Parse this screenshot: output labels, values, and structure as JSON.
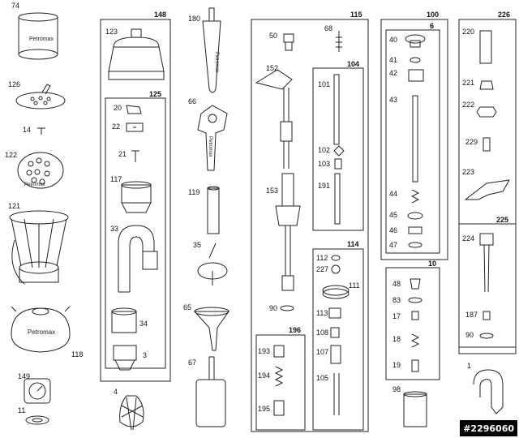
{
  "parts": {
    "p1": "1",
    "p3": "3",
    "p4": "4",
    "p6": "6",
    "p10": "10",
    "p11": "11",
    "p14": "14",
    "p17": "17",
    "p18": "18",
    "p19": "19",
    "p20": "20",
    "p21": "21",
    "p22": "22",
    "p33": "33",
    "p34": "34",
    "p35": "35",
    "p40": "40",
    "p41": "41",
    "p42": "42",
    "p43": "43",
    "p44": "44",
    "p45": "45",
    "p46": "46",
    "p47": "47",
    "p48": "48",
    "p50": "50",
    "p65": "65",
    "p66": "66",
    "p67": "67",
    "p68": "68",
    "p74": "74",
    "p83": "83",
    "p90a": "90",
    "p90b": "90",
    "p98": "98",
    "p100": "100",
    "p101": "101",
    "p102": "102",
    "p103": "103",
    "p104": "104",
    "p105": "105",
    "p107": "107",
    "p108": "108",
    "p111": "111",
    "p112": "112",
    "p113": "113",
    "p114": "114",
    "p115": "115",
    "p117": "117",
    "p118": "118",
    "p119": "119",
    "p121": "121",
    "p122": "122",
    "p123": "123",
    "p125": "125",
    "p126": "126",
    "p148": "148",
    "p149": "149",
    "p152": "152",
    "p153": "153",
    "p180": "180",
    "p187": "187",
    "p191": "191",
    "p193": "193",
    "p194": "194",
    "p195": "195",
    "p196": "196",
    "p220": "220",
    "p221": "221",
    "p222": "222",
    "p223": "223",
    "p224": "224",
    "p225": "225",
    "p226": "226",
    "p227": "227",
    "p229": "229"
  },
  "brand": "Petromax",
  "watermark": "#2296060"
}
